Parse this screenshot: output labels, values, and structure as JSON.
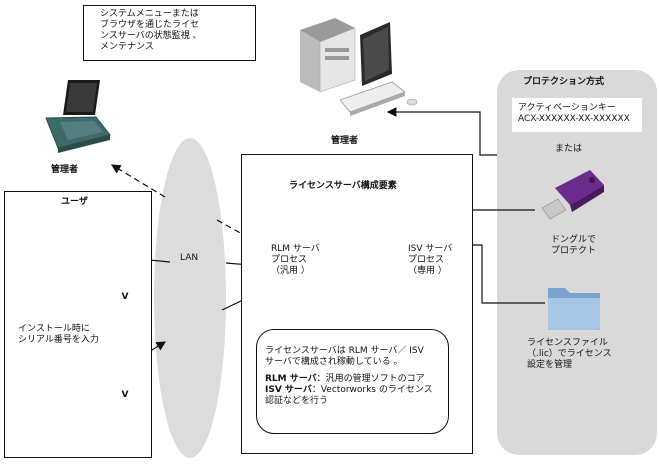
{
  "callout": {
    "text": "システムメニューまたは\nブラウザを通じたライセ\nンスサーバの状態監視 、\nメンテナンス"
  },
  "admin_laptop_label": "管理者",
  "admin_server_label": "管理者",
  "users_box": {
    "title": "ユーザ",
    "install_note": "インストール時に\nシリアル番号を入力"
  },
  "lan_label": "LAN",
  "license_server": {
    "title": "ライセンスサーバ構成要素",
    "rlm_process": "RLM サーバ\nプロセス\n（汎用 ）",
    "isv_process": "ISV サーバ\nプロセス\n（専用 ）",
    "note_line1": "ライセンスサーバは RLM サーバ／ ISV\nサーバで構成され稼動している 。",
    "note_rlm_term": "RLM サーバ",
    "note_rlm_desc": "：汎用の管理ソフトのコア",
    "note_isv_term": "ISV サーバ",
    "note_isv_desc": "：Vectorworks のライセンス\n認証などを行う"
  },
  "protection": {
    "title": "プロテクション方式",
    "activation_label": "アクティベーションキー",
    "activation_key": "ACX-XXXXXX-XX-XXXXXX",
    "or_label": "または",
    "dongle_label": "ドングルで\nプロテクト",
    "license_file_label": "ライセンスファイル\n（.lic）でライセンス\n設定を管理"
  },
  "badge_letter": "V",
  "colors": {
    "panel_gray": "#d9d9d9",
    "dongle_purple": "#6b2a8c",
    "folder_blue": "#8fb4d9",
    "laptop_teal": "#3d6b6b"
  }
}
